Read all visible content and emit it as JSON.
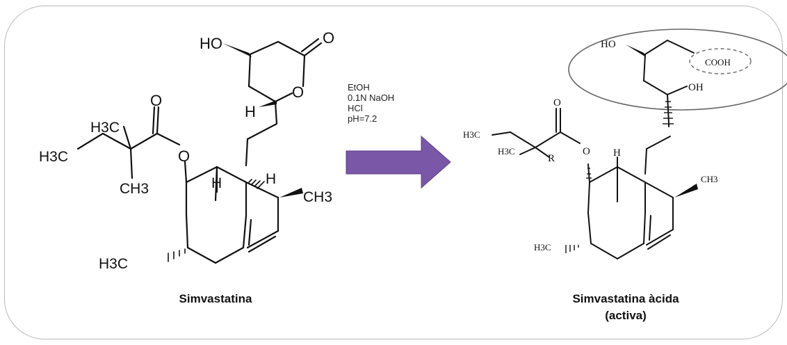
{
  "reactant": {
    "name": "Simvastatina",
    "labels": {
      "ho": "HO",
      "o_carbonyl_lactone": "O",
      "o_ring": "O",
      "h_lactone": "H",
      "o_ester_carbonyl": "O",
      "o_ester": "O",
      "h3c_top": "H3C",
      "h3c_left": "H3C",
      "ch3_mid": "CH3",
      "h_junction": "H",
      "h_ring": "H",
      "ch3_right": "CH3",
      "h3c_bottom": "H3C"
    }
  },
  "conditions": {
    "line1": "EtOH",
    "line2": "0.1N NaOH",
    "line3": "HCl",
    "line4": "pH=7.2"
  },
  "product": {
    "name_line1": "Simvastatina àcida",
    "name_line2": "(activa)",
    "labels": {
      "ho": "HO",
      "cooh": "COOH",
      "oh": "OH",
      "o_carbonyl": "O",
      "h3c_top": "H3C",
      "h3c_mid": "H3C",
      "r": "R",
      "o_ester": "O",
      "h_junction": "H",
      "ch3_right": "CH3",
      "h3c_bottom": "H3C"
    }
  },
  "colors": {
    "arrow": "#7b57a7",
    "frame": "#b9b9b9",
    "bond": "#111111"
  }
}
